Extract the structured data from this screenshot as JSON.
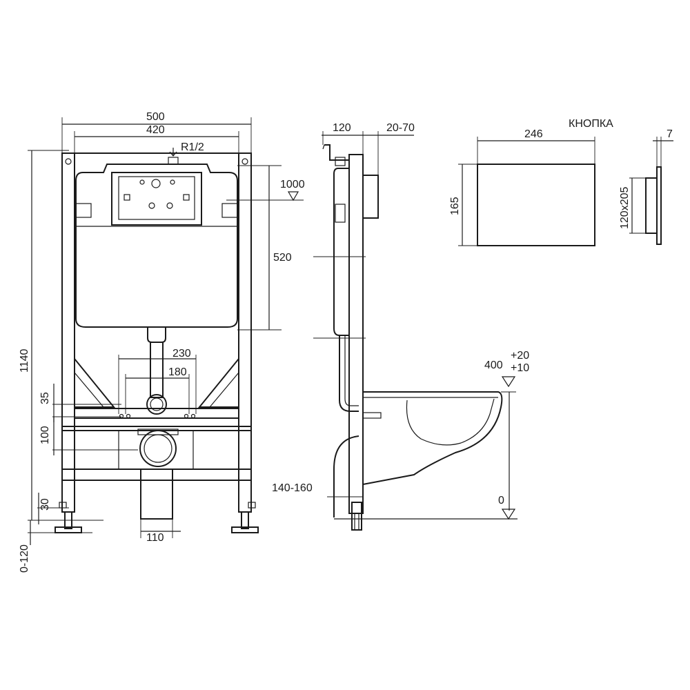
{
  "front_view": {
    "dim_width_outer": "500",
    "dim_width_inner": "420",
    "dim_water_inlet": "R1/2",
    "dim_height_total": "1140",
    "dim_tank_height": "520",
    "dim_flush_level": "1000",
    "dim_stud_spacing_outer": "230",
    "dim_stud_spacing_inner": "180",
    "dim_stud_height": "35",
    "dim_drain_offset": "100",
    "dim_foot_height": "30",
    "dim_foot_adjust": "0-120",
    "dim_drain_width": "110"
  },
  "side_view": {
    "dim_depth": "120",
    "dim_wall_range": "20-70",
    "dim_bowl_height": "400",
    "dim_bowl_tol_plus20": "+20",
    "dim_bowl_tol_plus10": "+10",
    "dim_floor_zero": "0",
    "dim_drain_height": "140-160"
  },
  "button_view": {
    "title": "КНОПКА",
    "dim_width": "246",
    "dim_height": "165",
    "dim_thickness": "7",
    "dim_cutout": "120x205"
  }
}
